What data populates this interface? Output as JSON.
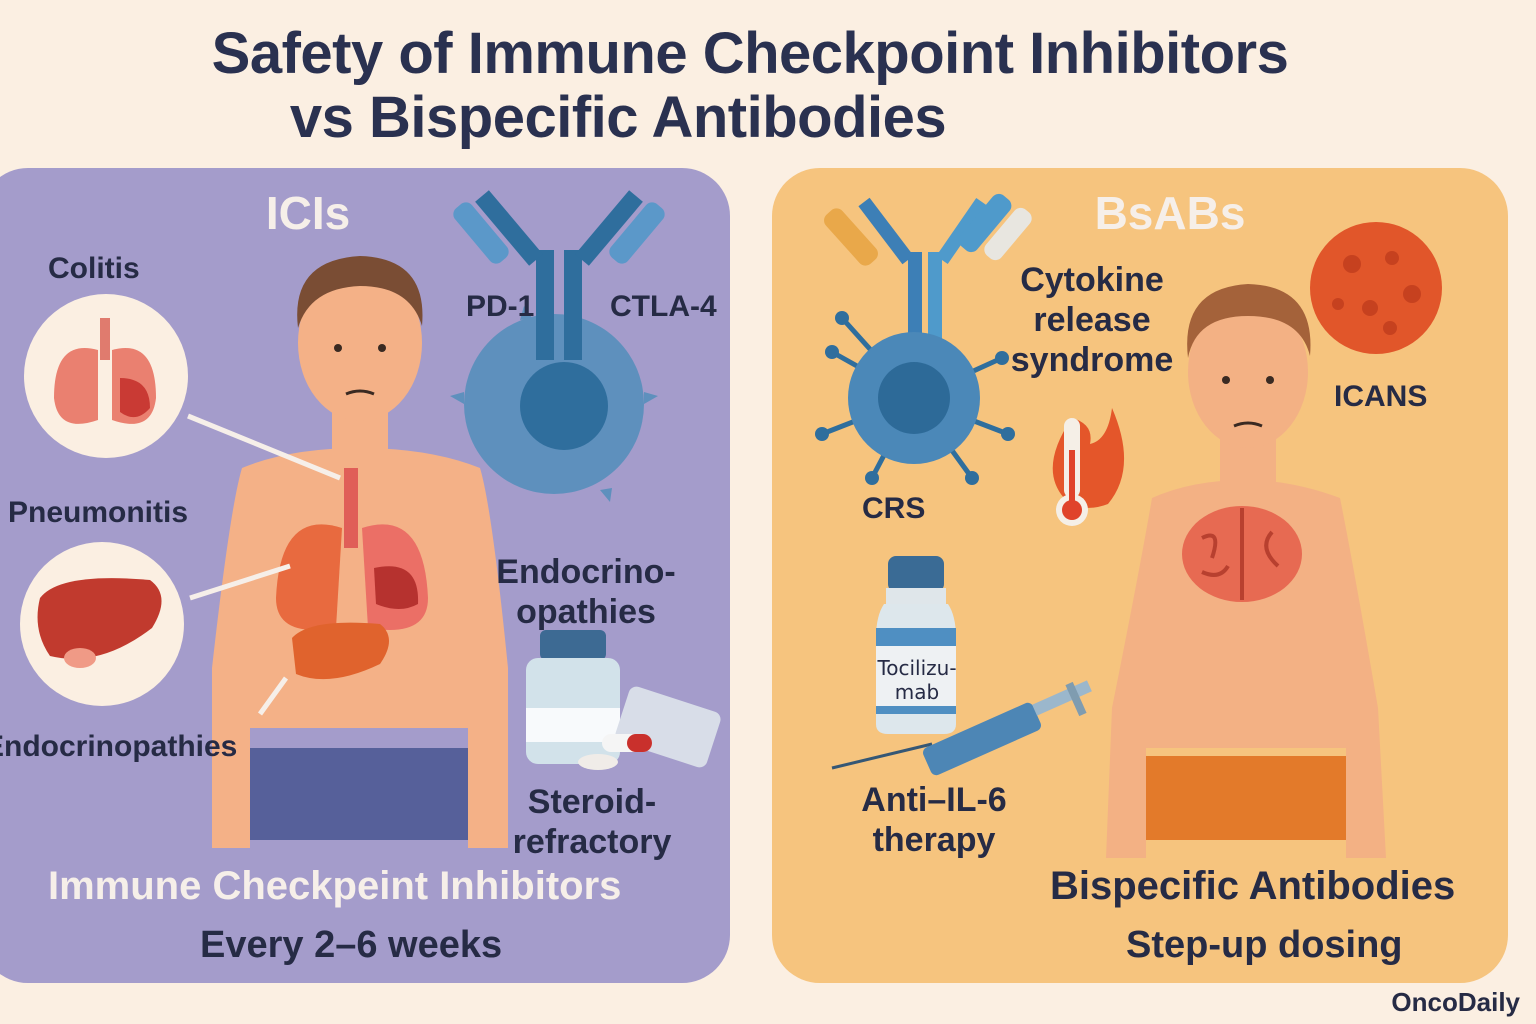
{
  "title": {
    "line1": "Safety of Immune Checkpoint Inhibitors",
    "line2": "vs Bispecific Antibodies"
  },
  "left_panel": {
    "heading": "ICIs",
    "labels": {
      "colitis": "Colitis",
      "pneumonitis": "Pneumonitis",
      "endocrinopathies": "Endocrinopathies",
      "pd1": "PD-1",
      "ctla4": "CTLA-4",
      "endocrino_line1": "Endocrino-",
      "endocrino_line2": "opathies",
      "steroid_line1": "Steroid-",
      "steroid_line2": "refractory"
    },
    "footer_title": "Immune Checkpeint Inhibitors",
    "footer_sub": "Every 2–6 weeks",
    "icons": [
      "person-icon",
      "lungs-icon",
      "liver-icon",
      "antibody-icon",
      "t-cell-icon",
      "pill-bottle-icon",
      "blister-pack-icon",
      "capsule-icon"
    ]
  },
  "right_panel": {
    "heading": "BsABs",
    "labels": {
      "crs_line1": "Cytokine",
      "crs_line2": "release",
      "crs_line3": "syndrome",
      "crs": "CRS",
      "icans": "ICANS",
      "vial_line1": "Tocilizu-",
      "vial_line2": "mab",
      "antiil6_line1": "Anti–IL-6",
      "antiil6_line2": "therapy"
    },
    "footer_title": "Bispecific Antibodies",
    "footer_sub": "Step-up dosing",
    "icons": [
      "bispecific-antibody-icon",
      "t-cell-icon",
      "fever-thermometer-icon",
      "virus-icon",
      "person-icon",
      "brain-icon",
      "vial-icon",
      "syringe-icon"
    ]
  },
  "brand": "OncoDaily",
  "colors": {
    "background": "#fbefe2",
    "left_panel": "#a49ccb",
    "right_panel": "#f6c47e",
    "text_dark": "#262b45",
    "heading_light": "#f6efe9"
  }
}
